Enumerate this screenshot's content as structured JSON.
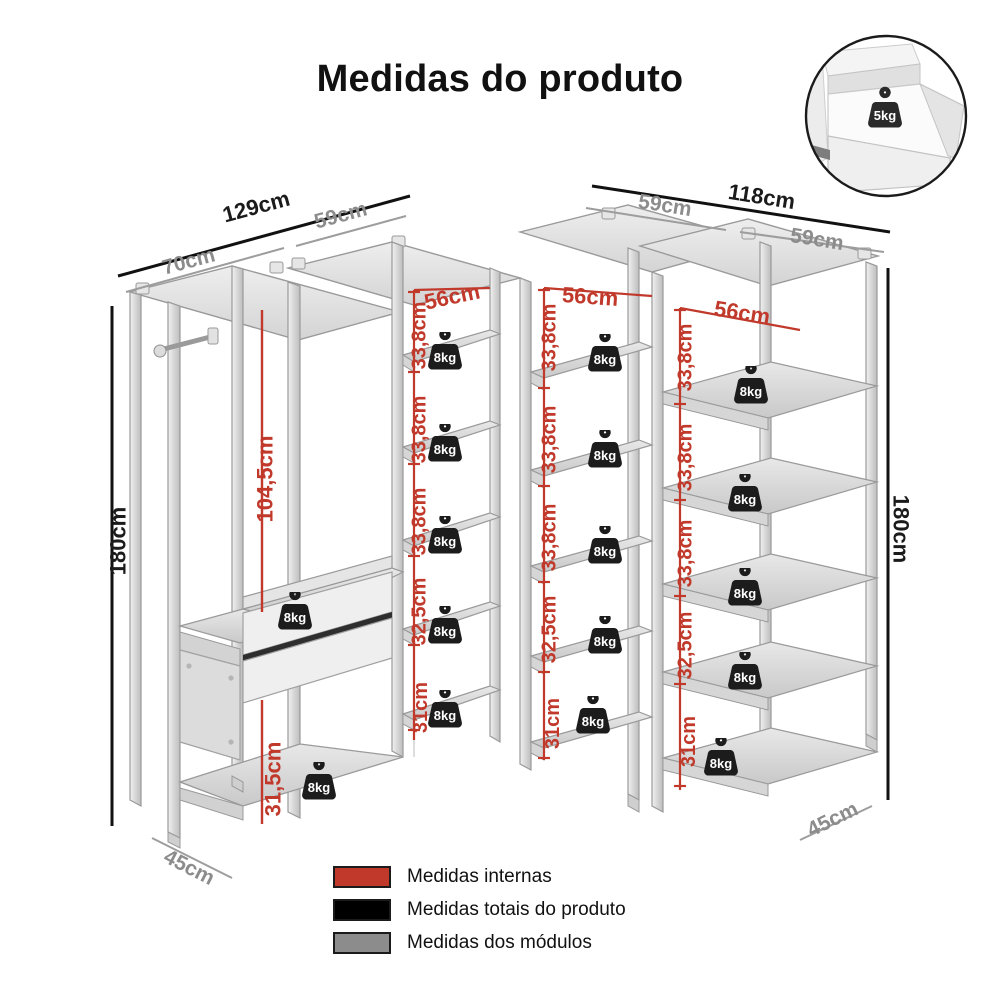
{
  "page": {
    "title": "Medidas do produto",
    "unit": "cm",
    "colors": {
      "internal": "#c0392b",
      "total": "#000000",
      "module": "#8c8c8c",
      "shelf_light": "#e3e3e3",
      "shelf_mid": "#cfcfcf",
      "frame": "#d8d8d8"
    }
  },
  "legend": {
    "items": [
      {
        "swatch": "red",
        "label": "Medidas internas"
      },
      {
        "swatch": "black",
        "label": "Medidas totais do produto"
      },
      {
        "swatch": "gray",
        "label": "Medidas dos módulos"
      }
    ]
  },
  "inset": {
    "name": "drawer-capacity-detail",
    "weight": "5kg"
  },
  "dimensions": {
    "left_wing": {
      "total_width": "129cm",
      "module_widths": [
        "70cm",
        "59cm"
      ],
      "height_total": "180cm",
      "depth": "45cm",
      "hanging_height": "104,5cm",
      "bottom_shelf_height": "31,5cm"
    },
    "right_wing": {
      "total_width": "118cm",
      "module_widths": [
        "59cm",
        "59cm"
      ],
      "height_total": "180cm",
      "depth": "45cm"
    },
    "column2": {
      "internal_width": "56cm",
      "shelf_heights": [
        "33,8cm",
        "33,8cm",
        "33,8cm",
        "32,5cm",
        "31cm"
      ]
    },
    "column3": {
      "internal_width": "56cm",
      "shelf_heights": [
        "33,8cm",
        "33,8cm",
        "33,8cm",
        "32,5cm",
        "31cm"
      ]
    },
    "column4": {
      "internal_width": "56cm",
      "shelf_heights": [
        "33,8cm",
        "33,8cm",
        "33,8cm",
        "32,5cm",
        "31cm"
      ]
    }
  },
  "weights": {
    "shelf": "8kg",
    "drawer": "5kg",
    "badges": [
      {
        "id": "w-l-1",
        "value": "8kg"
      },
      {
        "id": "w-l-2",
        "value": "8kg"
      },
      {
        "id": "w-c2-1",
        "value": "8kg"
      },
      {
        "id": "w-c2-2",
        "value": "8kg"
      },
      {
        "id": "w-c2-3",
        "value": "8kg"
      },
      {
        "id": "w-c2-4",
        "value": "8kg"
      },
      {
        "id": "w-c2-5",
        "value": "8kg"
      },
      {
        "id": "w-c3-1",
        "value": "8kg"
      },
      {
        "id": "w-c3-2",
        "value": "8kg"
      },
      {
        "id": "w-c3-3",
        "value": "8kg"
      },
      {
        "id": "w-c3-4",
        "value": "8kg"
      },
      {
        "id": "w-c3-5",
        "value": "8kg"
      },
      {
        "id": "w-c4-1",
        "value": "8kg"
      },
      {
        "id": "w-c4-2",
        "value": "8kg"
      },
      {
        "id": "w-c4-3",
        "value": "8kg"
      },
      {
        "id": "w-c4-4",
        "value": "8kg"
      },
      {
        "id": "w-c4-5",
        "value": "8kg"
      }
    ]
  },
  "labels": {
    "t129": "129cm",
    "t70": "70cm",
    "t59a": "59cm",
    "t118": "118cm",
    "t59b": "59cm",
    "t59c": "59cm",
    "h180L": "180cm",
    "h180R": "180cm",
    "d45L": "45cm",
    "d45R": "45cm",
    "hang1045": "104,5cm",
    "b315": "31,5cm",
    "c2w": "56cm",
    "c2h1": "33,8cm",
    "c2h2": "33,8cm",
    "c2h3": "33,8cm",
    "c2h4": "32,5cm",
    "c2h5": "31cm",
    "c3w": "56cm",
    "c3h1": "33,8cm",
    "c3h2": "33,8cm",
    "c3h3": "33,8cm",
    "c3h4": "32,5cm",
    "c3h5": "31cm",
    "c4w": "56cm",
    "c4h1": "33,8cm",
    "c4h2": "33,8cm",
    "c4h3": "33,8cm",
    "c4h4": "32,5cm",
    "c4h5": "31cm"
  }
}
